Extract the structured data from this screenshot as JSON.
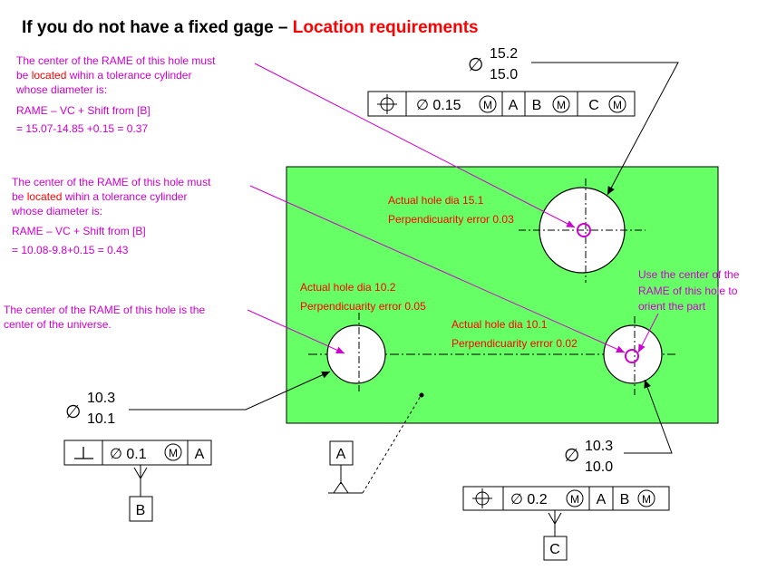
{
  "title": {
    "prefix": "If you do not have a fixed gage – ",
    "emphasis": "Location requirements"
  },
  "notes": {
    "big_hole": {
      "line1": "The center of the RAME of this hole must",
      "line2_pre": "be ",
      "line2_red": "located",
      "line2_post": " wihin a tolerance cylinder",
      "line3": "whose diameter is:",
      "line4": "RAME – VC + Shift from [B]",
      "line5": "= 15.07-14.85 +0.15 = 0.37"
    },
    "right_hole": {
      "line1": "The center of the RAME of this hole must",
      "line2_pre": "be ",
      "line2_red": "located",
      "line2_post": " wihin a tolerance cylinder",
      "line3": "whose diameter is:",
      "line4": "RAME – VC + Shift from [B]",
      "line5": "= 10.08-9.8+0.15 = 0.43"
    },
    "left_hole": {
      "line1": "The center of the RAME of this hole is the",
      "line2": "center of the universe."
    },
    "orient": {
      "line1": "Use the center of the",
      "line2": "RAME of this hole to",
      "line3": "orient the part"
    }
  },
  "actuals": {
    "big_hole": {
      "dia": "Actual hole dia 15.1",
      "perp": "Perpendicuarity error 0.03"
    },
    "left_hole": {
      "dia": "Actual hole dia 10.2",
      "perp": "Perpendicuarity error 0.05"
    },
    "right_hole": {
      "dia": "Actual hole dia 10.1",
      "perp": "Perpendicuarity error 0.02"
    }
  },
  "dims": {
    "big_hole": {
      "symbol": "∅",
      "upper": "15.2",
      "lower": "15.0"
    },
    "left_hole": {
      "symbol": "∅",
      "upper": "10.3",
      "lower": "10.1"
    },
    "right_hole": {
      "symbol": "∅",
      "upper": "10.3",
      "lower": "10.0"
    }
  },
  "fcf_big": {
    "symbol": "⌖",
    "tolerance": "∅ 0.15",
    "modifier": "M",
    "datums": [
      "A",
      "B",
      "C"
    ]
  },
  "fcf_left": {
    "symbol": "⊥",
    "tolerance": "∅ 0.1",
    "modifier": "M",
    "datum": "A",
    "datum_label": "B"
  },
  "fcf_right": {
    "symbol": "⌖",
    "tolerance": "∅ 0.2",
    "modifier": "M",
    "datums": [
      "A",
      "B"
    ],
    "datum_label": "C"
  },
  "datum_a": {
    "label": "A"
  },
  "colors": {
    "part_fill": "#66ff66",
    "title_red": "#ff0000",
    "note_magenta": "#cc00cc",
    "red_text": "#ff0000"
  }
}
